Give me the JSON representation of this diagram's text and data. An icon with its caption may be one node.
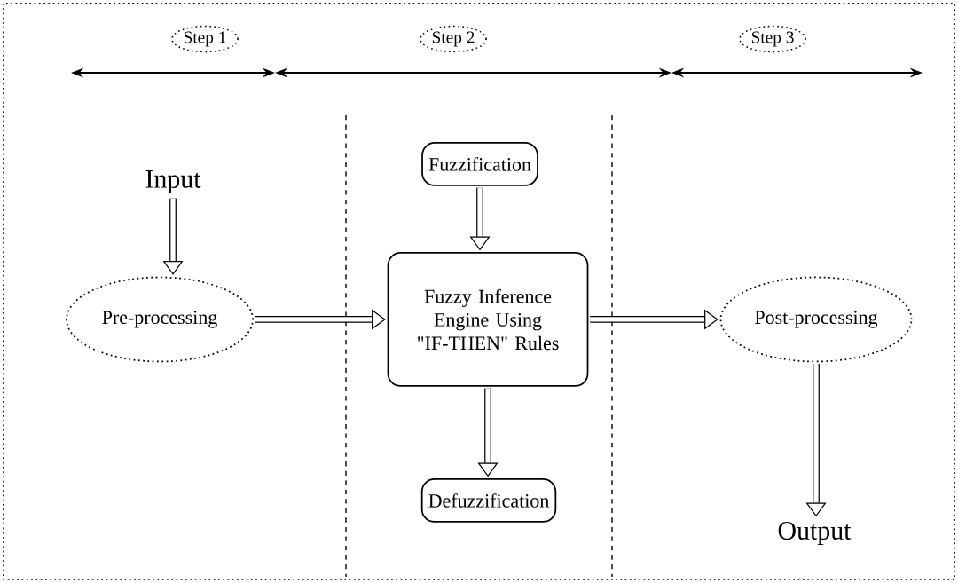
{
  "diagram": {
    "nodes": [
      {
        "text": [
          "Step 1"
        ]
      },
      {
        "text": [
          "Step 2"
        ]
      },
      {
        "text": [
          "Step 3"
        ]
      },
      {
        "text": [
          "Input"
        ]
      },
      {
        "text": [
          "Pre-processing"
        ]
      },
      {
        "text": [
          "Fuzzification"
        ]
      },
      {
        "text": [
          "Fuzzy Inference Engine Using \"IF-THEN\" Rules"
        ]
      },
      {
        "text": [
          "Defuzzification"
        ]
      },
      {
        "text": [
          "Post-processing"
        ]
      },
      {
        "text": [
          "Output"
        ]
      }
    ],
    "edges": [
      {
        "from": 3,
        "to": 4,
        "arrow": "to"
      },
      {
        "from": 4,
        "to": 6,
        "arrow": "to"
      },
      {
        "from": 5,
        "to": 6,
        "arrow": "to"
      },
      {
        "from": 6,
        "to": 7,
        "arrow": "to"
      },
      {
        "from": 6,
        "to": 8,
        "arrow": "to"
      },
      {
        "from": 8,
        "to": 9,
        "arrow": "to"
      }
    ]
  }
}
